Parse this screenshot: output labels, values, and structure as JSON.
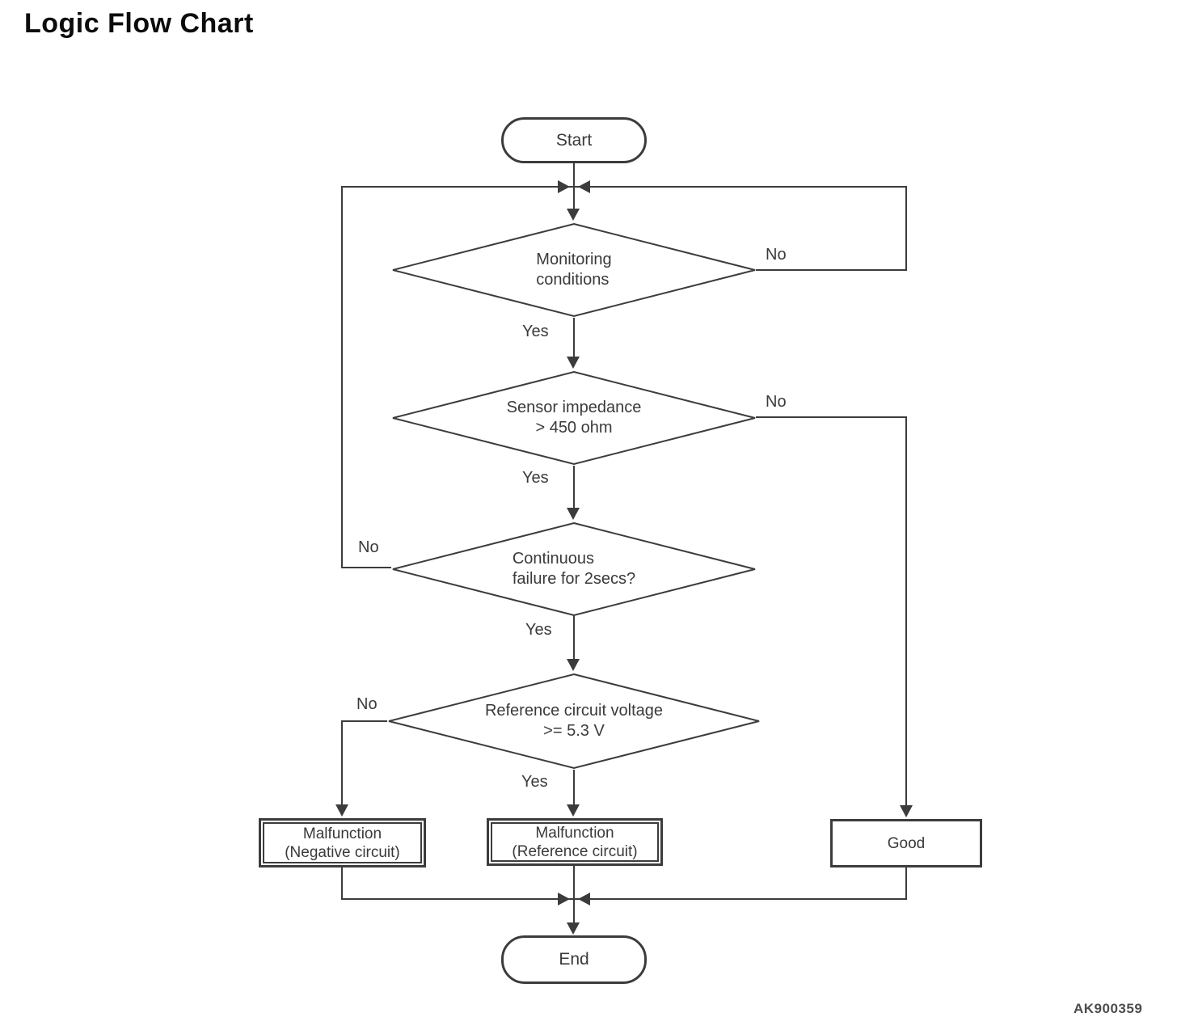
{
  "title": "Logic Flow Chart",
  "figure_code": "AK900359",
  "colors": {
    "line": "#3c3c3c",
    "text": "#3a3a3a",
    "background": "#ffffff"
  },
  "flowchart": {
    "start_label": "Start",
    "end_label": "End",
    "decisions": [
      {
        "question": "Monitoring\nconditions",
        "yes_label": "Yes",
        "no_label": "No"
      },
      {
        "question": "Sensor impedance\n> 450 ohm",
        "yes_label": "Yes",
        "no_label": "No"
      },
      {
        "question": "Continuous\nfailure for 2secs?",
        "yes_label": "Yes",
        "no_label": "No"
      },
      {
        "question": "Reference circuit voltage\n>= 5.3 V",
        "yes_label": "Yes",
        "no_label": "No"
      }
    ],
    "results": [
      {
        "label": "Malfunction\n(Negative circuit)",
        "border": "double"
      },
      {
        "label": "Malfunction\n(Reference circuit)",
        "border": "double"
      },
      {
        "label": "Good",
        "border": "single"
      }
    ]
  }
}
